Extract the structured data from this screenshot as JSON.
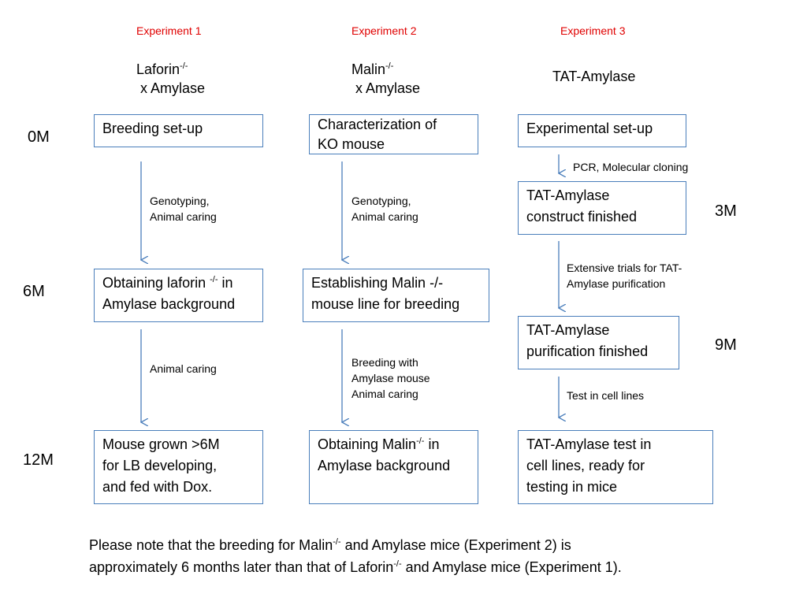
{
  "colors": {
    "box_border": "#4a7ebb",
    "arrow": "#4a7ebb",
    "experiment_label": "#e00000"
  },
  "experiments": [
    {
      "title": "Experiment 1",
      "header_line1": "Laforin",
      "header_sup": "-/-",
      "header_line2": "x Amylase"
    },
    {
      "title": "Experiment 2",
      "header_line1": "Malin",
      "header_sup": "-/-",
      "header_line2": "x Amylase"
    },
    {
      "title": "Experiment 3",
      "header_line1": "TAT-Amylase"
    }
  ],
  "timepoints": {
    "t0": "0M",
    "t3": "3M",
    "t6": "6M",
    "t9": "9M",
    "t12": "12M"
  },
  "boxes": {
    "e1_breeding": "Breeding set-up",
    "e1_obtaining_pre": "Obtaining laforin ",
    "e1_obtaining_sup": "-/-",
    "e1_obtaining_post": " in",
    "e1_obtaining_line2": "Amylase background",
    "e1_mouse_line1": "Mouse grown >6M",
    "e1_mouse_line2": "for LB developing,",
    "e1_mouse_line3": "and fed with Dox.",
    "e2_char_line1": "Characterization of",
    "e2_char_line2": "KO mouse",
    "e2_estab_line1": "Establishing Malin -/-",
    "e2_estab_line2": "mouse line for breeding",
    "e2_obtaining_pre": "Obtaining Malin",
    "e2_obtaining_sup": "-/-",
    "e2_obtaining_post": " in",
    "e2_obtaining_line2": "Amylase background",
    "e3_setup": "Experimental set-up",
    "e3_construct_line1": "TAT-Amylase",
    "e3_construct_line2": "construct finished",
    "e3_purif_line1": "TAT-Amylase",
    "e3_purif_line2": "purification finished",
    "e3_test_line1": "TAT-Amylase test in",
    "e3_test_line2": "cell lines, ready for",
    "e3_test_line3": "testing in mice"
  },
  "arrow_labels": {
    "e1_a1_line1": "Genotyping,",
    "e1_a1_line2": "Animal caring",
    "e1_a2": "Animal caring",
    "e2_a1_line1": "Genotyping,",
    "e2_a1_line2": "Animal caring",
    "e2_a2_line1": "Breeding with",
    "e2_a2_line2": "Amylase mouse",
    "e2_a2_line3": "Animal caring",
    "e3_a1": "PCR,  Molecular cloning",
    "e3_a2_line1": "Extensive trials for TAT-",
    "e3_a2_line2": "Amylase purification",
    "e3_a3": "Test in cell lines"
  },
  "note": {
    "line1_a": "Please note that the breeding for Malin",
    "line1_sup": "-/-",
    "line1_b": " and Amylase mice (Experiment 2)  is",
    "line2_a": "approximately 6 months later than that of Laforin",
    "line2_sup": "-/-",
    "line2_b": " and  Amylase mice (Experiment 1)."
  }
}
